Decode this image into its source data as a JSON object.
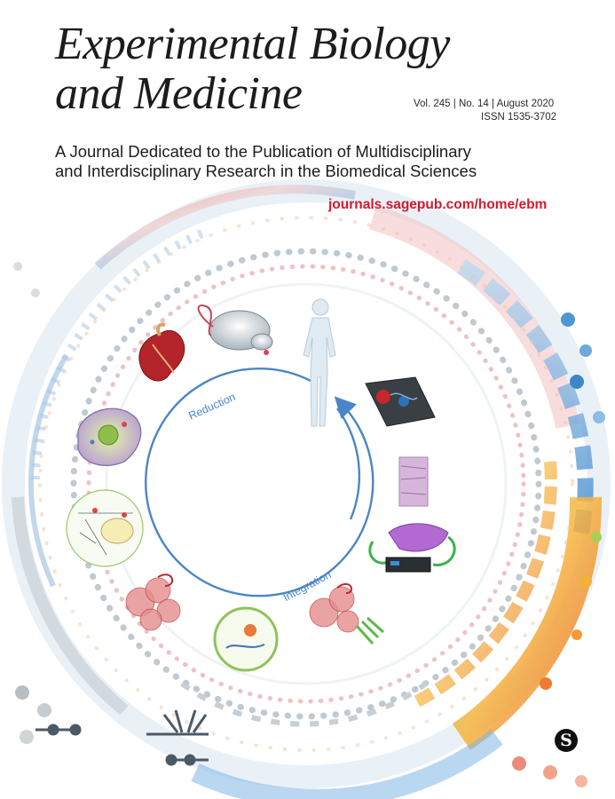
{
  "journal": {
    "title_line1": "Experimental Biology",
    "title_line2": "and Medicine",
    "issue_line": "Vol. 245 | No. 14 | August 2020",
    "issn": "ISSN 1535-3702",
    "subtitle_line1": "A Journal Dedicated to the Publication of Multidisciplinary",
    "subtitle_line2": "and Interdisciplinary Research in the Biomedical Sciences",
    "url": "journals.sagepub.com/home/ebm"
  },
  "cycle": {
    "label_top": "Reduction",
    "label_bottom": "Integration",
    "arrow_color": "#4a86c5"
  },
  "publisher": {
    "logo_letter": "S"
  },
  "colors": {
    "accent_red": "#d21b2f",
    "ring_blue": "#5a9bd5",
    "ring_orange": "#f3a13a",
    "ring_red": "#e2545a",
    "ring_grey": "#9ca3a8"
  }
}
